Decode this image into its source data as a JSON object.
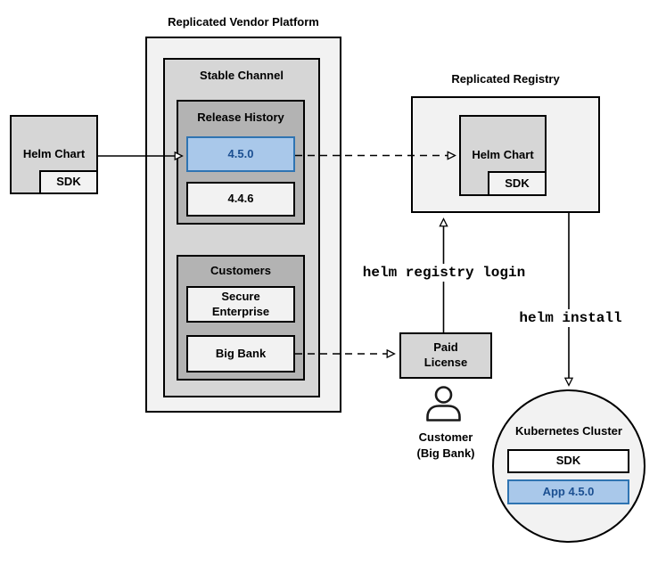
{
  "colors": {
    "highlight_fill": "#a9c8ea",
    "highlight_border": "#2f74b2",
    "highlight_text": "#1b4f91",
    "box_light": "#f2f2f2",
    "box_medium": "#d6d6d6",
    "box_dark": "#b3b3b3"
  },
  "vendor_platform": {
    "title": "Replicated Vendor Platform",
    "stable_channel": {
      "title": "Stable Channel",
      "release_history": {
        "title": "Release History",
        "releases": [
          {
            "version": "4.5.0",
            "highlighted": true
          },
          {
            "version": "4.4.6",
            "highlighted": false
          }
        ]
      },
      "customers": {
        "title": "Customers",
        "items": [
          {
            "name": "Secure Enterprise"
          },
          {
            "name": "Big Bank"
          }
        ]
      }
    }
  },
  "source_chart": {
    "label": "Helm Chart",
    "sdk": "SDK"
  },
  "registry": {
    "title": "Replicated Registry",
    "chart_label": "Helm Chart",
    "sdk": "SDK"
  },
  "paid_license": {
    "label": "Paid License"
  },
  "customer": {
    "name": "Customer",
    "detail": "(Big Bank)"
  },
  "cluster": {
    "title": "Kubernetes Cluster",
    "sdk": "SDK",
    "app": "App 4.5.0"
  },
  "commands": {
    "registry_login": "helm registry login",
    "install": "helm install"
  }
}
